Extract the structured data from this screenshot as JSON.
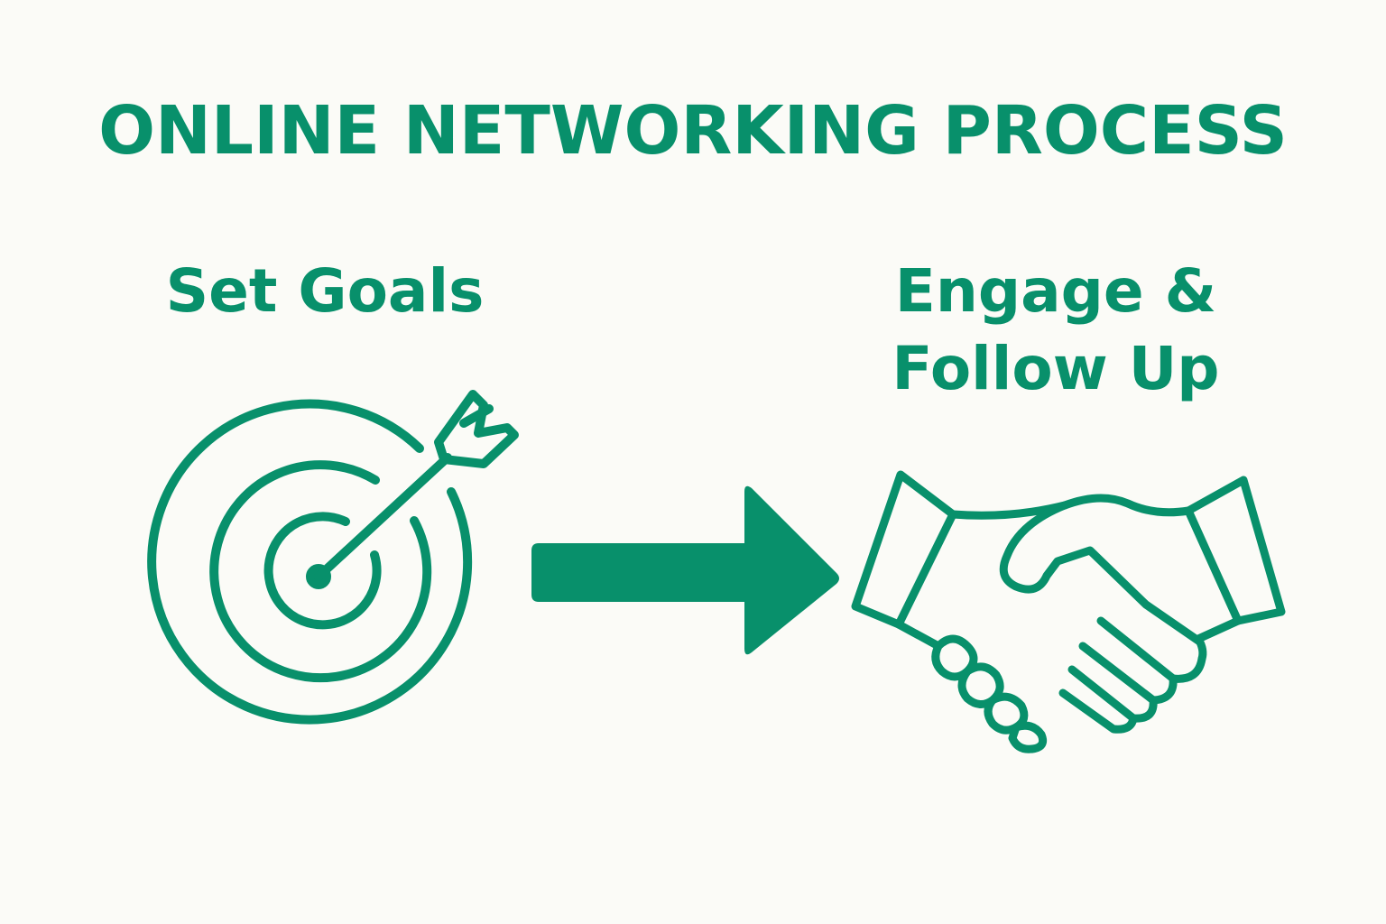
{
  "title": "ONLINE NETWORKING PROCESS",
  "steps": [
    {
      "label": "Set Goals",
      "icon": "target-arrow-icon"
    },
    {
      "label_line1": "Engage &",
      "label_line2": "Follow Up",
      "icon": "handshake-icon"
    }
  ],
  "connector_icon": "right-arrow-icon",
  "colors": {
    "accent": "#08906b",
    "background": "#fbfbf7"
  }
}
